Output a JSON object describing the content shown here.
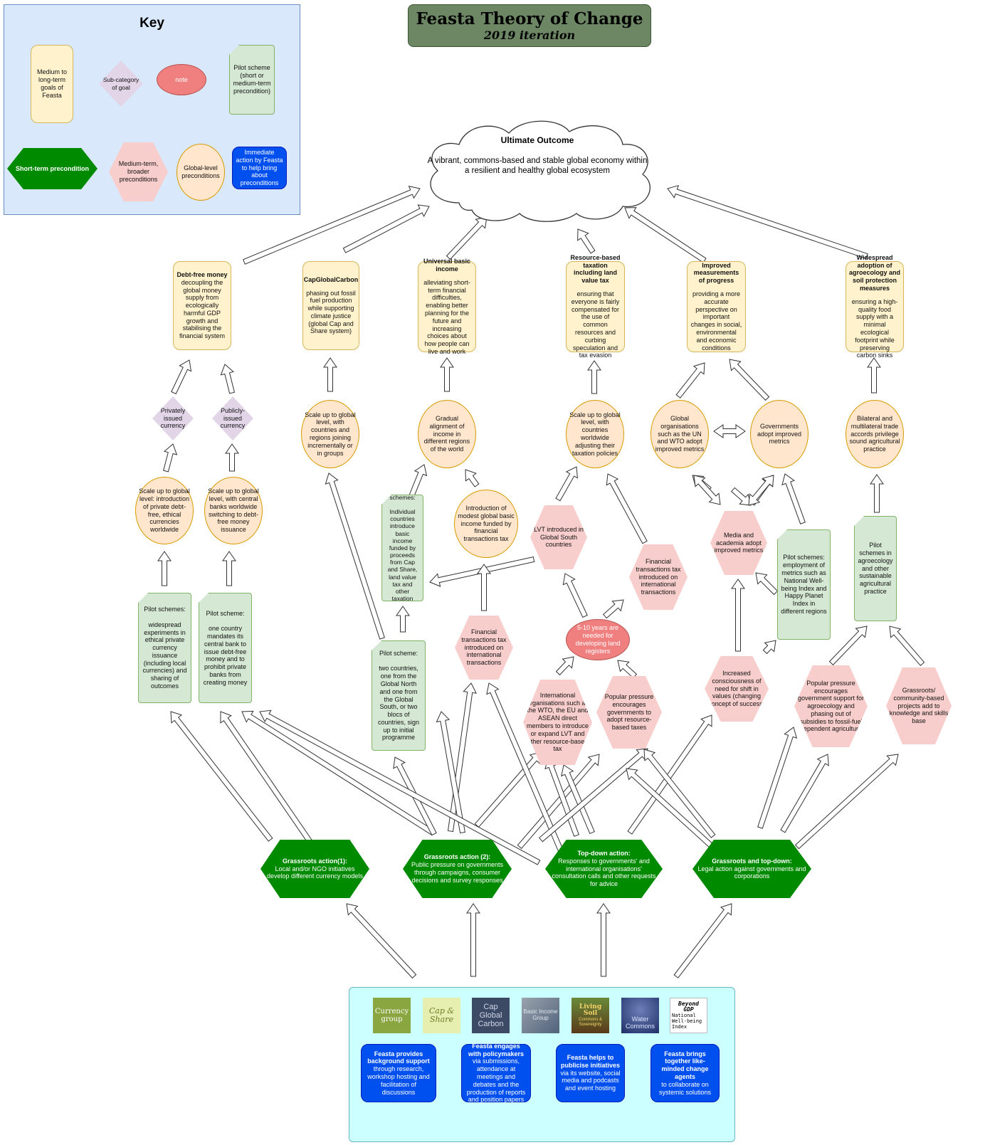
{
  "title": {
    "main": "Feasta Theory of Change",
    "sub": "2019 iteration"
  },
  "key": {
    "title": "Key",
    "goal": "Medium to long-term goals of Feasta",
    "sub": "Sub-category of goal",
    "note": "note",
    "pilot": "Pilot scheme (short or medium-term precondition)",
    "short": "Short-term precondition",
    "medium": "Medium-term, broader preconditions",
    "global": "Global-level preconditions",
    "feasta": "Immediate action by Feasta to help bring about preconditions"
  },
  "outcome": {
    "title": "Ultimate Outcome",
    "text": "A vibrant, commons-based and stable global economy within a resilient and healthy global ecosystem"
  },
  "goals": {
    "debt": {
      "title": "Debt-free money",
      "text": "decoupling the global money supply from ecologically harmful GDP growth and stabilising the financial system"
    },
    "cgc": {
      "title": "CapGlobalCarbon",
      "text": "phasing out fossil fuel production while supporting climate justice (global Cap and Share system)"
    },
    "ubi": {
      "title": "Universal basic income",
      "text": "alleviating short-term financial difficulties, enabling better planning for the future and increasing choices about how people can live and work"
    },
    "lvt": {
      "title": "Resource-based taxation including land value tax",
      "text": "ensuring that everyone is fairly compensated for the use of common resources and curbing speculation and tax evasion"
    },
    "metrics": {
      "title": "Improved measurements of progress",
      "text": "providing a more accurate perspective on important changes in social, environmental and economic conditions"
    },
    "agro": {
      "title": "Widespread adoption of agroecology and soil protection measures",
      "text": "ensuring a high-quality food supply with a minimal ecological footprint while preserving carbon sinks"
    }
  },
  "subs": {
    "private": "Privately issued currency",
    "public": "Publicly-issued currency"
  },
  "globals": {
    "private": "Scale up to global level: introduction of private debt-free, ethical currencies worldwide",
    "public": "Scale up to global level, with central banks worldwide switching to debt-free money issuance",
    "cgc": "Scale up to global level, with countries and regions joining incrementally or in groups",
    "ubi": "Gradual alignment of income in different regions of the world",
    "ubitax": "Introduction of modest global basic income funded by financial transactions tax",
    "lvt": "Scale up to global level, with countries worldwide adjusting their taxation policies",
    "orgs": "Global organisations such as the UN and WTO adopt improved metrics",
    "govs": "Governments adopt improved metrics",
    "agro": "Bilateral and multilateral trade accords privilege sound agricultural practice"
  },
  "pilots": {
    "private": "Pilot schemes:\n\nwidespread experiments in ethical private currency issuance (including local currencies) and sharing of outcomes",
    "public": "Pilot scheme:\n\none country mandates its central bank to issue debt-free money and to prohibit private banks from creating money",
    "cgc": "Pilot scheme:\n\ntwo countries, one from the Global North and one from the Global South, or two blocs of countries, sign up to initial programme",
    "ubi": "Pilot schemes:\n\nIndividual countries introduce basic income funded by proceeds from Cap and Share, land value tax and other taxation sources",
    "metrics": "Pilot schemes: employment of metrics such as National Well-being Index and Happy Planet Index in different regions",
    "agro": "Pilot schemes in agroecology and other sustainable agricultural practice"
  },
  "mediums": {
    "lvt_south": "LVT introduced in Global South countries",
    "ftt_int": "Financial transactions tax introduced on international transactions",
    "ftt": "Financial transactions tax introduced on international transactions",
    "intl": "International organisations such as the WTO, the EU and ASEAN direct members to introduce or expand LVT and other resource-based tax",
    "popular": "Popular pressure encourages governments to adopt resource-based taxes",
    "media": "Media and academia adopt improved metrics",
    "conscious": "Increased consciousness of need for shift in values (changing concept of success)",
    "agro_pressure": "Popular pressure encourages government support for agroecology and phasing out of subsidies to fossil-fuel dependent agriculture",
    "grassroots": "Grassroots/ community-based projects add to knowledge and skills base"
  },
  "note": "5-10 years are needed for developing land registers",
  "shorts": {
    "g1": {
      "title": "Grassroots action(1):",
      "text": "Local and/or NGO initiatives develop different currency models"
    },
    "g2": {
      "title": "Grassroots action (2):",
      "text": "Public pressure on governments through campaigns, consumer decisions and survey responses"
    },
    "td": {
      "title": "Top-down action:",
      "text": "Responses to governments' and international organisations' consultation calls and other requests for advice"
    },
    "gtd": {
      "title": "Grassroots and top-down:",
      "text": "Legal action against governments and corporations"
    }
  },
  "logos": {
    "currency": "Currency group",
    "cap": "Cap & Share",
    "cgc": "Cap Global Carbon",
    "bi": "Basic Income Group",
    "soil_title": "Living Soil",
    "soil_sub": "Commons & Sovereignty",
    "water": "Water Commons",
    "bgdp_title": "Beyond GDP",
    "bgdp_sub": "National Well-being Index"
  },
  "feasta": {
    "f1": {
      "title": "Feasta provides background support",
      "text": "through research, workshop hosting and facilitation of discussions"
    },
    "f2": {
      "title": "Feasta engages with policymakers",
      "text": "via submissions, attendance at meetings and debates and the production of reports and position papers"
    },
    "f3": {
      "title": "Feasta helps to publicise initiatives",
      "text": "via its website, social media and podcasts and event hosting"
    },
    "f4": {
      "title": "Feasta brings together like-minded change agents",
      "text": "to collaborate on systemic solutions"
    }
  },
  "colors": {
    "goal": "#fff2cc",
    "global": "#ffe6cc",
    "pilot": "#d5e8d4",
    "medium": "#f8cecc",
    "sub": "#e1d5e7",
    "note": "#f08080",
    "short": "#008a00",
    "feasta": "#0050ef",
    "key_bg": "#dae8fc",
    "title_bg": "#6d8764",
    "panel_bg": "#ccffff"
  }
}
